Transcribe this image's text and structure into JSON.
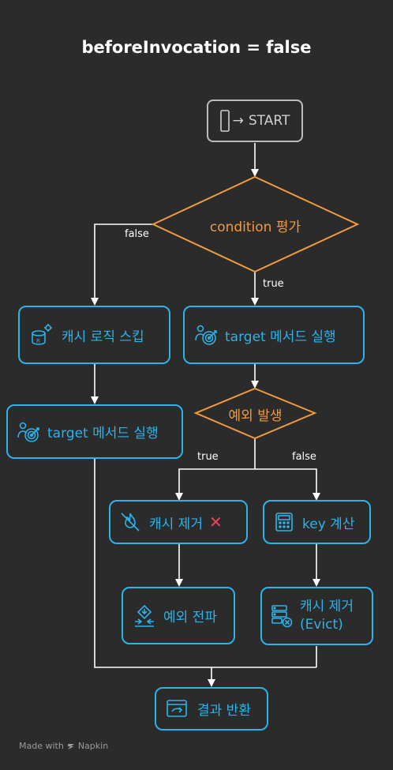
{
  "title": "beforeInvocation = false",
  "start": {
    "arrow": "→",
    "label": "START"
  },
  "decision_condition": "condition 평가",
  "decision_exception": "예외 발생",
  "edges": {
    "false_left": "false",
    "true_down": "true",
    "exc_true": "true",
    "exc_false": "false"
  },
  "nodes": {
    "skip_cache": "캐시 로직 스킵",
    "target_exec_right": "target 메서드 실행",
    "target_exec_left": "target 메서드 실행",
    "cache_remove": "캐시 제거",
    "cache_remove_mark": "✕",
    "key_calc": "key 계산",
    "exception_propagate": "예외 전파",
    "cache_remove_evict_line1": "캐시 제거",
    "cache_remove_evict_line2": "(Evict)",
    "return_result": "결과 반환"
  },
  "icons": {
    "start": "door-icon",
    "skip_cache": "database-gear-icon",
    "target_exec": "user-target-icon",
    "cache_remove": "fire-off-icon",
    "key_calc": "calculator-icon",
    "exception_propagate": "diverge-arrows-icon",
    "cache_evict": "server-remove-icon",
    "return_result": "window-return-icon"
  },
  "footer": {
    "prefix": "Made with",
    "brand": "Napkin"
  },
  "colors": {
    "background": "#2b2b2b",
    "node": "#2bb3ea",
    "decision": "#f19a3e",
    "connector": "#ffffff",
    "start_border": "#bdbdbd",
    "cross": "#e8455a"
  }
}
